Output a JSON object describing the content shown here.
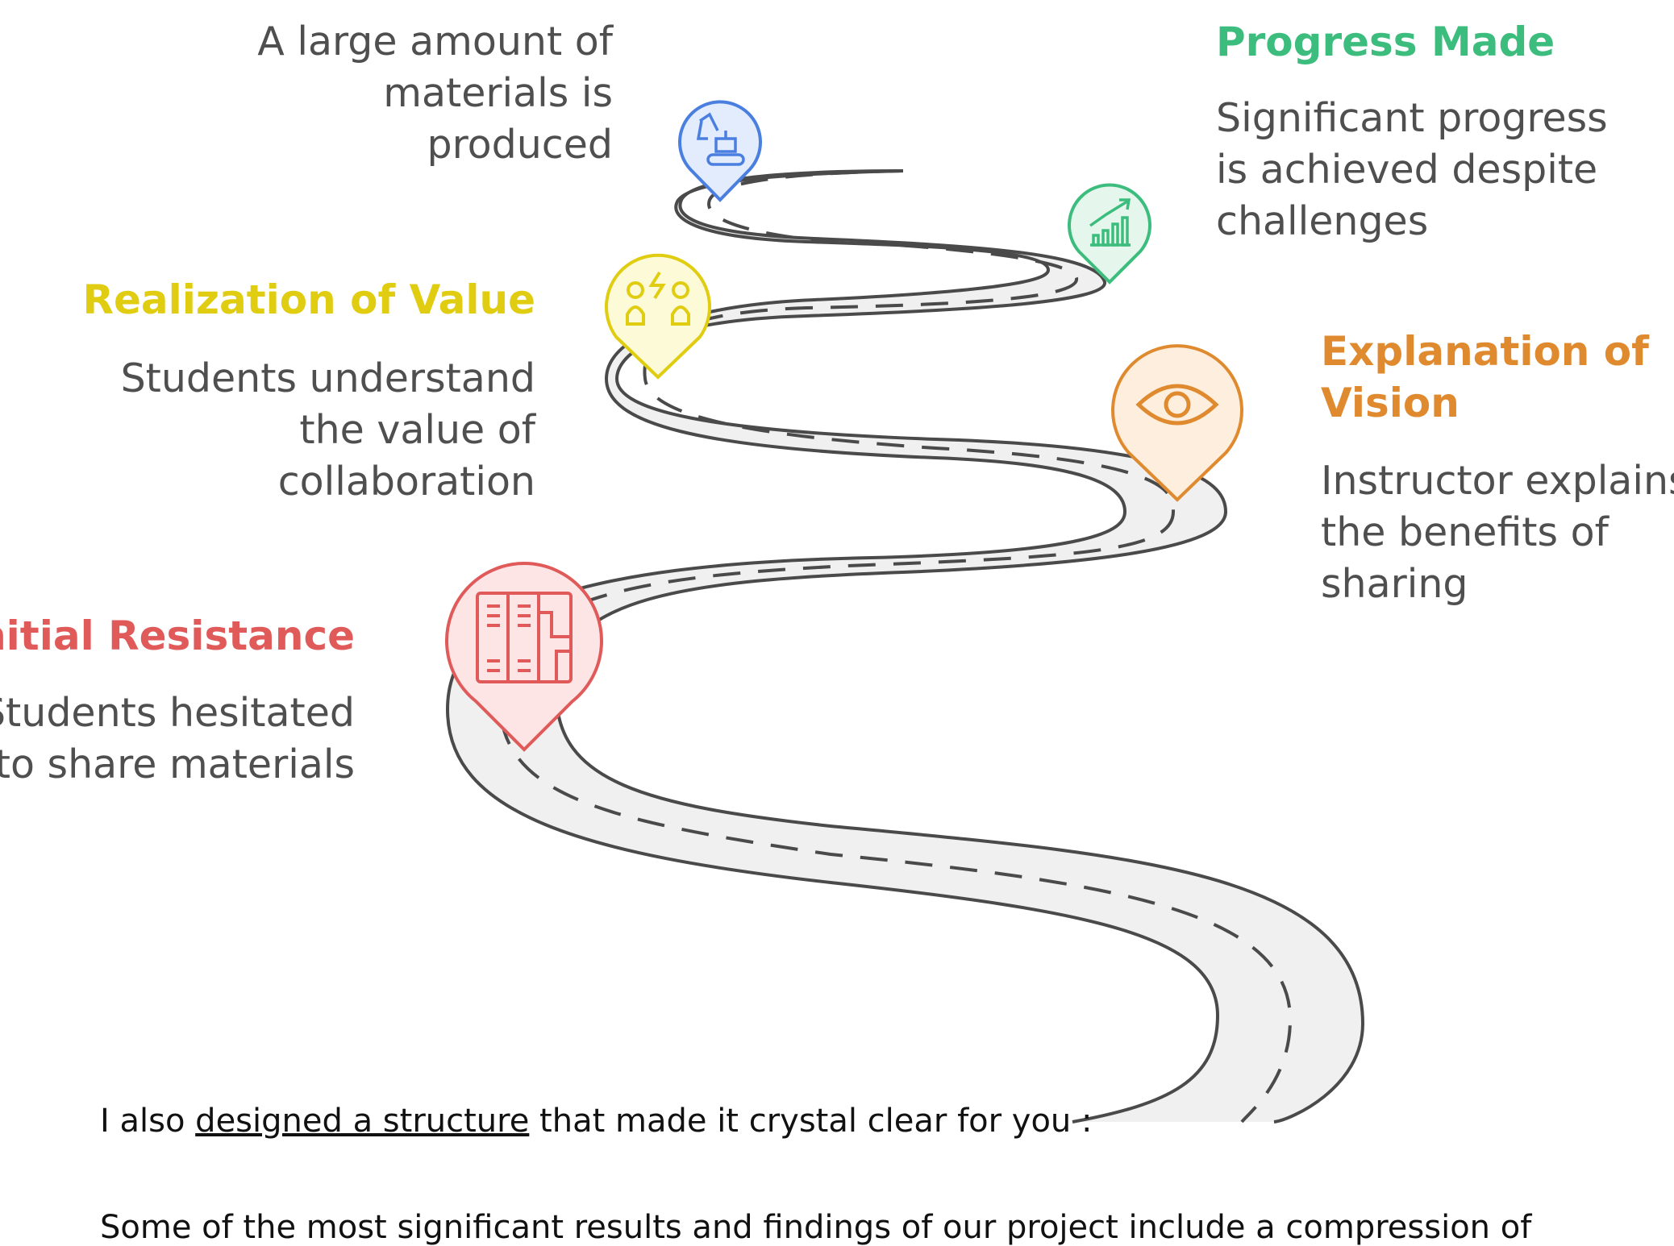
{
  "colors": {
    "red": "#e05a5a",
    "orange": "#e08a30",
    "yellow": "#e0cc10",
    "green": "#3dbd7d",
    "blue": "#4a7fe0",
    "road_fill": "#f0f0f0",
    "road_edge": "#4a4a4a",
    "text": "#4f4f4f"
  },
  "milestones": [
    {
      "id": "initial-resistance",
      "title": "Initial Resistance",
      "desc": [
        "Students hesitated",
        "to share materials"
      ],
      "color": "#e05a5a",
      "icon": "lockers-icon"
    },
    {
      "id": "explanation-of-vision",
      "title": [
        "Explanation of",
        "Vision"
      ],
      "desc": [
        "Instructor explains",
        "the benefits of",
        "sharing"
      ],
      "color": "#e08a30",
      "icon": "eye-icon"
    },
    {
      "id": "realization-of-value",
      "title": "Realization of Value",
      "desc": [
        "Students understand",
        "the value of",
        "collaboration"
      ],
      "color": "#e0cc10",
      "icon": "collaboration-icon"
    },
    {
      "id": "progress-made",
      "title": "Progress Made",
      "desc": [
        "Significant progress",
        "is achieved despite",
        "challenges"
      ],
      "color": "#3dbd7d",
      "icon": "growth-chart-icon"
    },
    {
      "id": "materials-produced",
      "title": "",
      "desc": [
        "A large amount of",
        "materials is",
        "produced"
      ],
      "color": "#4a7fe0",
      "icon": "excavator-icon"
    }
  ],
  "footer": {
    "prefix": "I also ",
    "link": "designed a structure",
    "suffix": " that made it crystal clear for you  :",
    "line2": "Some of the most significant results and findings of our project include a compression of"
  }
}
